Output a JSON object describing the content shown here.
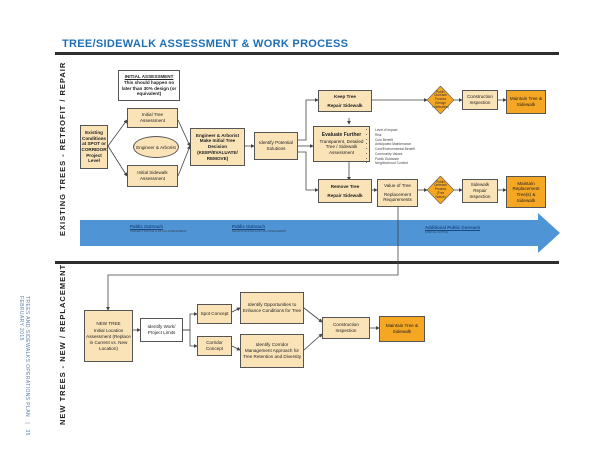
{
  "title": "TREE/SIDEWALK ASSESSMENT & WORK PROCESS",
  "section_existing": "EXISTING TREES - RETROFIT / REPAIR",
  "section_new": "NEW TREES - NEW / REPLACEMENT",
  "margin_note": "TREES AND SIDEWALKS OPERATIONS PLAN   |   35\nFEBRUARY 2015",
  "existing": {
    "initial_assessment_note": {
      "heading": "INITIAL ASSESSMENT",
      "text": "This should happen no later than 30% design (or equivalent)"
    },
    "existing_conditions": "Existing Conditions at SPOT or CORRIDOR Project Level",
    "initial_tree_assessment": "Initial Tree Assessment",
    "engineer_arborist": "Engineer & Arborist",
    "initial_sidewalk_assessment": "Initial Sidewalk Assessment",
    "make_initial_decision": "Engineer & Arborist Make Initial Tree Decision (KEEP/EVALUATE/ REMOVE)",
    "identify_potential_solutions": "Identify Potential Solutions",
    "keep_tree": "Keep Tree",
    "repair_sidewalk": "Repair Sidewalk",
    "evaluate_further_heading": "Evaluate Further",
    "evaluate_further_text": "Transparent, Detailed Tree / Sidewalk Assessment",
    "evaluate_criteria": [
      "Level of Impact",
      "Risk",
      "Cost Benefit",
      "Anticipated Maintenance",
      "Cost/Environmental Benefit",
      "Community Values",
      "Public Guidance",
      "Neighborhood Context"
    ],
    "remove_tree": "Remove Tree",
    "repair_sidewalk_2": "Repair Sidewalk",
    "value_of_tree": "Value of Tree",
    "replacement_requirements": "Replacement Requirements",
    "diamond_top": "Public Outreach Process (Design Notification)",
    "diamond_bottom": "Public Outreach Process (Tree Notice)",
    "construction_inspection_top": "Construction Inspection",
    "maintain_tree_sidewalk": "Maintain Tree & Sidewalk",
    "sidewalk_repair_inspection": "Sidewalk Repair Inspection",
    "maintain_replacement": "Maintain Replacement Tree(s) & Sidewalk"
  },
  "outreach": [
    {
      "head": "Public Outreach",
      "sub": "PROJECT NOTICE & INITIAL ASSESSMENT"
    },
    {
      "head": "Public Outreach",
      "sub": "DESIGN NOTICE & INITIAL ASSESSMENT"
    },
    {
      "head": "Additional Public Outreach",
      "sub": "SPECIAL NOTICE"
    }
  ],
  "new": {
    "new_tree": "NEW TREE",
    "initial_location": "Initial Location Assessment (Replace in Current vs. New Location)",
    "identify_work_limits": "Identify Work/ Project Limits",
    "spot_concept": "Spot Concept",
    "corridor_concept": "Corridor Concept",
    "identify_opportunities": "Identify Opportunities to Enhance Conditions for Tree",
    "identify_corridor_approach": "Identify Corridor Management Approach for Tree Retention and Diversity",
    "construction_inspection": "Construction Inspection",
    "maintain_tree_sidewalk": "Maintain Tree & Sidewalk"
  },
  "colors": {
    "beige": "#fbe3b8",
    "orange": "#f5a623",
    "arrow_blue": "#4f95d6",
    "title_blue": "#1f6fb5"
  }
}
